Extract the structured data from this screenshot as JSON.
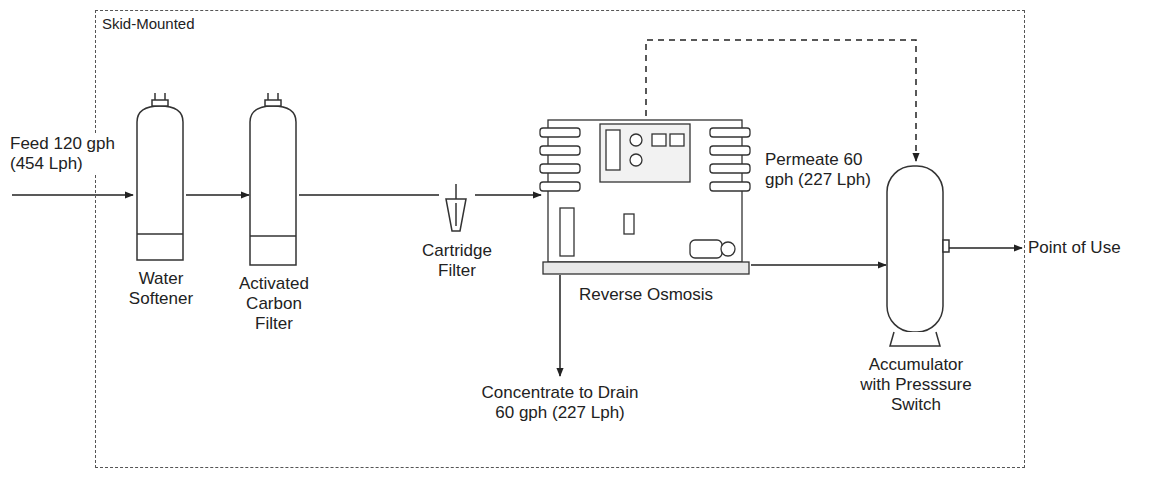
{
  "diagram": {
    "nodes": [
      {
        "text": [
          "Skid-Mounted"
        ]
      },
      {
        "text": [
          "Water Softener"
        ],
        "in": 0
      },
      {
        "text": [
          "Activated Carbon Filter"
        ],
        "in": 0
      },
      {
        "text": [
          "Cartridge Filter"
        ],
        "in": 0
      },
      {
        "text": [
          "Reverse Osmosis"
        ],
        "in": 0
      },
      {
        "text": [
          "Accumulator with Presssure Switch"
        ],
        "in": 0
      }
    ],
    "edges": [
      {
        "from": 1,
        "to": 2,
        "arrow": "to"
      },
      {
        "from": 2,
        "to": 3,
        "arrow": "none"
      },
      {
        "from": 3,
        "to": 4,
        "arrow": "to"
      },
      {
        "from": 4,
        "to": 5,
        "label": "Permeate 60 gph (227 Lph)",
        "arrow": "to"
      },
      {
        "from": 4,
        "to": 5,
        "arrow": "to"
      }
    ],
    "labels": [
      "Feed 120 gph (454 Lph)",
      "Concentrate to Drain 60 gph (227 Lph)",
      "Point of Use"
    ]
  }
}
